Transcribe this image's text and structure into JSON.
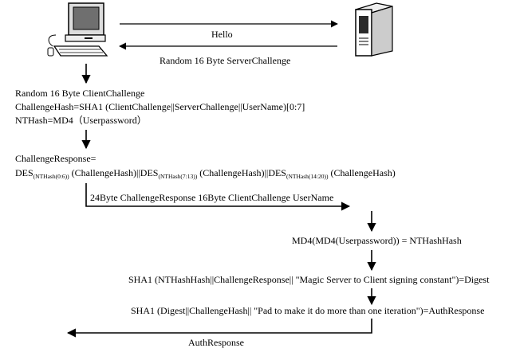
{
  "colors": {
    "ink": "#000000",
    "paper": "#ffffff",
    "screen": "#6f6f6f",
    "server_dark": "#2b2b2b"
  },
  "icons": {
    "client": "desktop-computer-icon",
    "server": "server-tower-icon"
  },
  "top": {
    "hello": "Hello",
    "server_challenge": "Random 16 Byte ServerChallenge"
  },
  "client_block": {
    "client_challenge": "Random 16 Byte ClientChallenge",
    "challenge_hash": "ChallengeHash=SHA1 (ClientChallenge||ServerChallenge||UserName)[0:7]",
    "nthash": "NTHash=MD4（Userpassword）"
  },
  "response_block": {
    "line1": "ChallengeResponse=",
    "des": "DES",
    "sub1": "(NTHash(0:6))",
    "term1": " (ChallengeHash)||",
    "sub2": "(NTHash(7:13))",
    "term2": " (ChallengeHash)||",
    "sub3": "(NTHash(14:20))",
    "term3": " (ChallengeHash)"
  },
  "message": "24Byte ChallengeResponse  16Byte ClientChallenge  UserName",
  "server_block": {
    "nthashhash": "MD4(MD4(Userpassword)) = NTHashHash",
    "digest": "SHA1 (NTHashHash||ChallengeResponse|| \"Magic Server to Client signing constant\")=Digest",
    "auth": "SHA1 (Digest||ChallengeHash|| \"Pad to make it do more than one iteration\")=AuthResponse"
  },
  "bottom": {
    "auth_response": "AuthResponse"
  }
}
